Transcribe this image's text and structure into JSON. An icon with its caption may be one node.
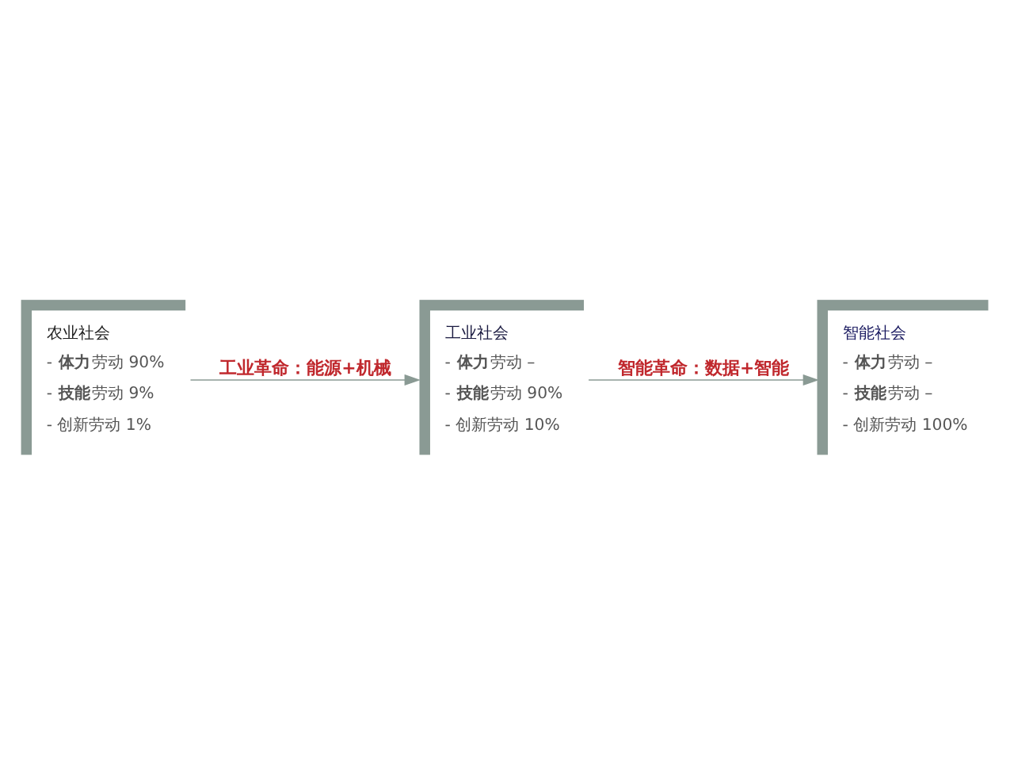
{
  "diagram": {
    "nodes": [
      {
        "text": [
          "农业社会",
          "- **体力**劳动 90%",
          "- **技能**劳动 9%",
          "- 创新劳动 1%"
        ]
      },
      {
        "text": [
          "工业社会",
          "- **体力**劳动 –",
          "- **技能**劳动 90%",
          "- 创新劳动 10%"
        ]
      },
      {
        "text": [
          "智能社会",
          "- **体力**劳动 –",
          "- **技能**劳动 –",
          "- 创新劳动 100%"
        ]
      }
    ],
    "edges": [
      {
        "from": 0,
        "to": 1,
        "arrow": "to",
        "label": "工业革命：能源+机械"
      },
      {
        "from": 1,
        "to": 2,
        "arrow": "to",
        "label": "智能革命：数据+智能"
      }
    ]
  }
}
